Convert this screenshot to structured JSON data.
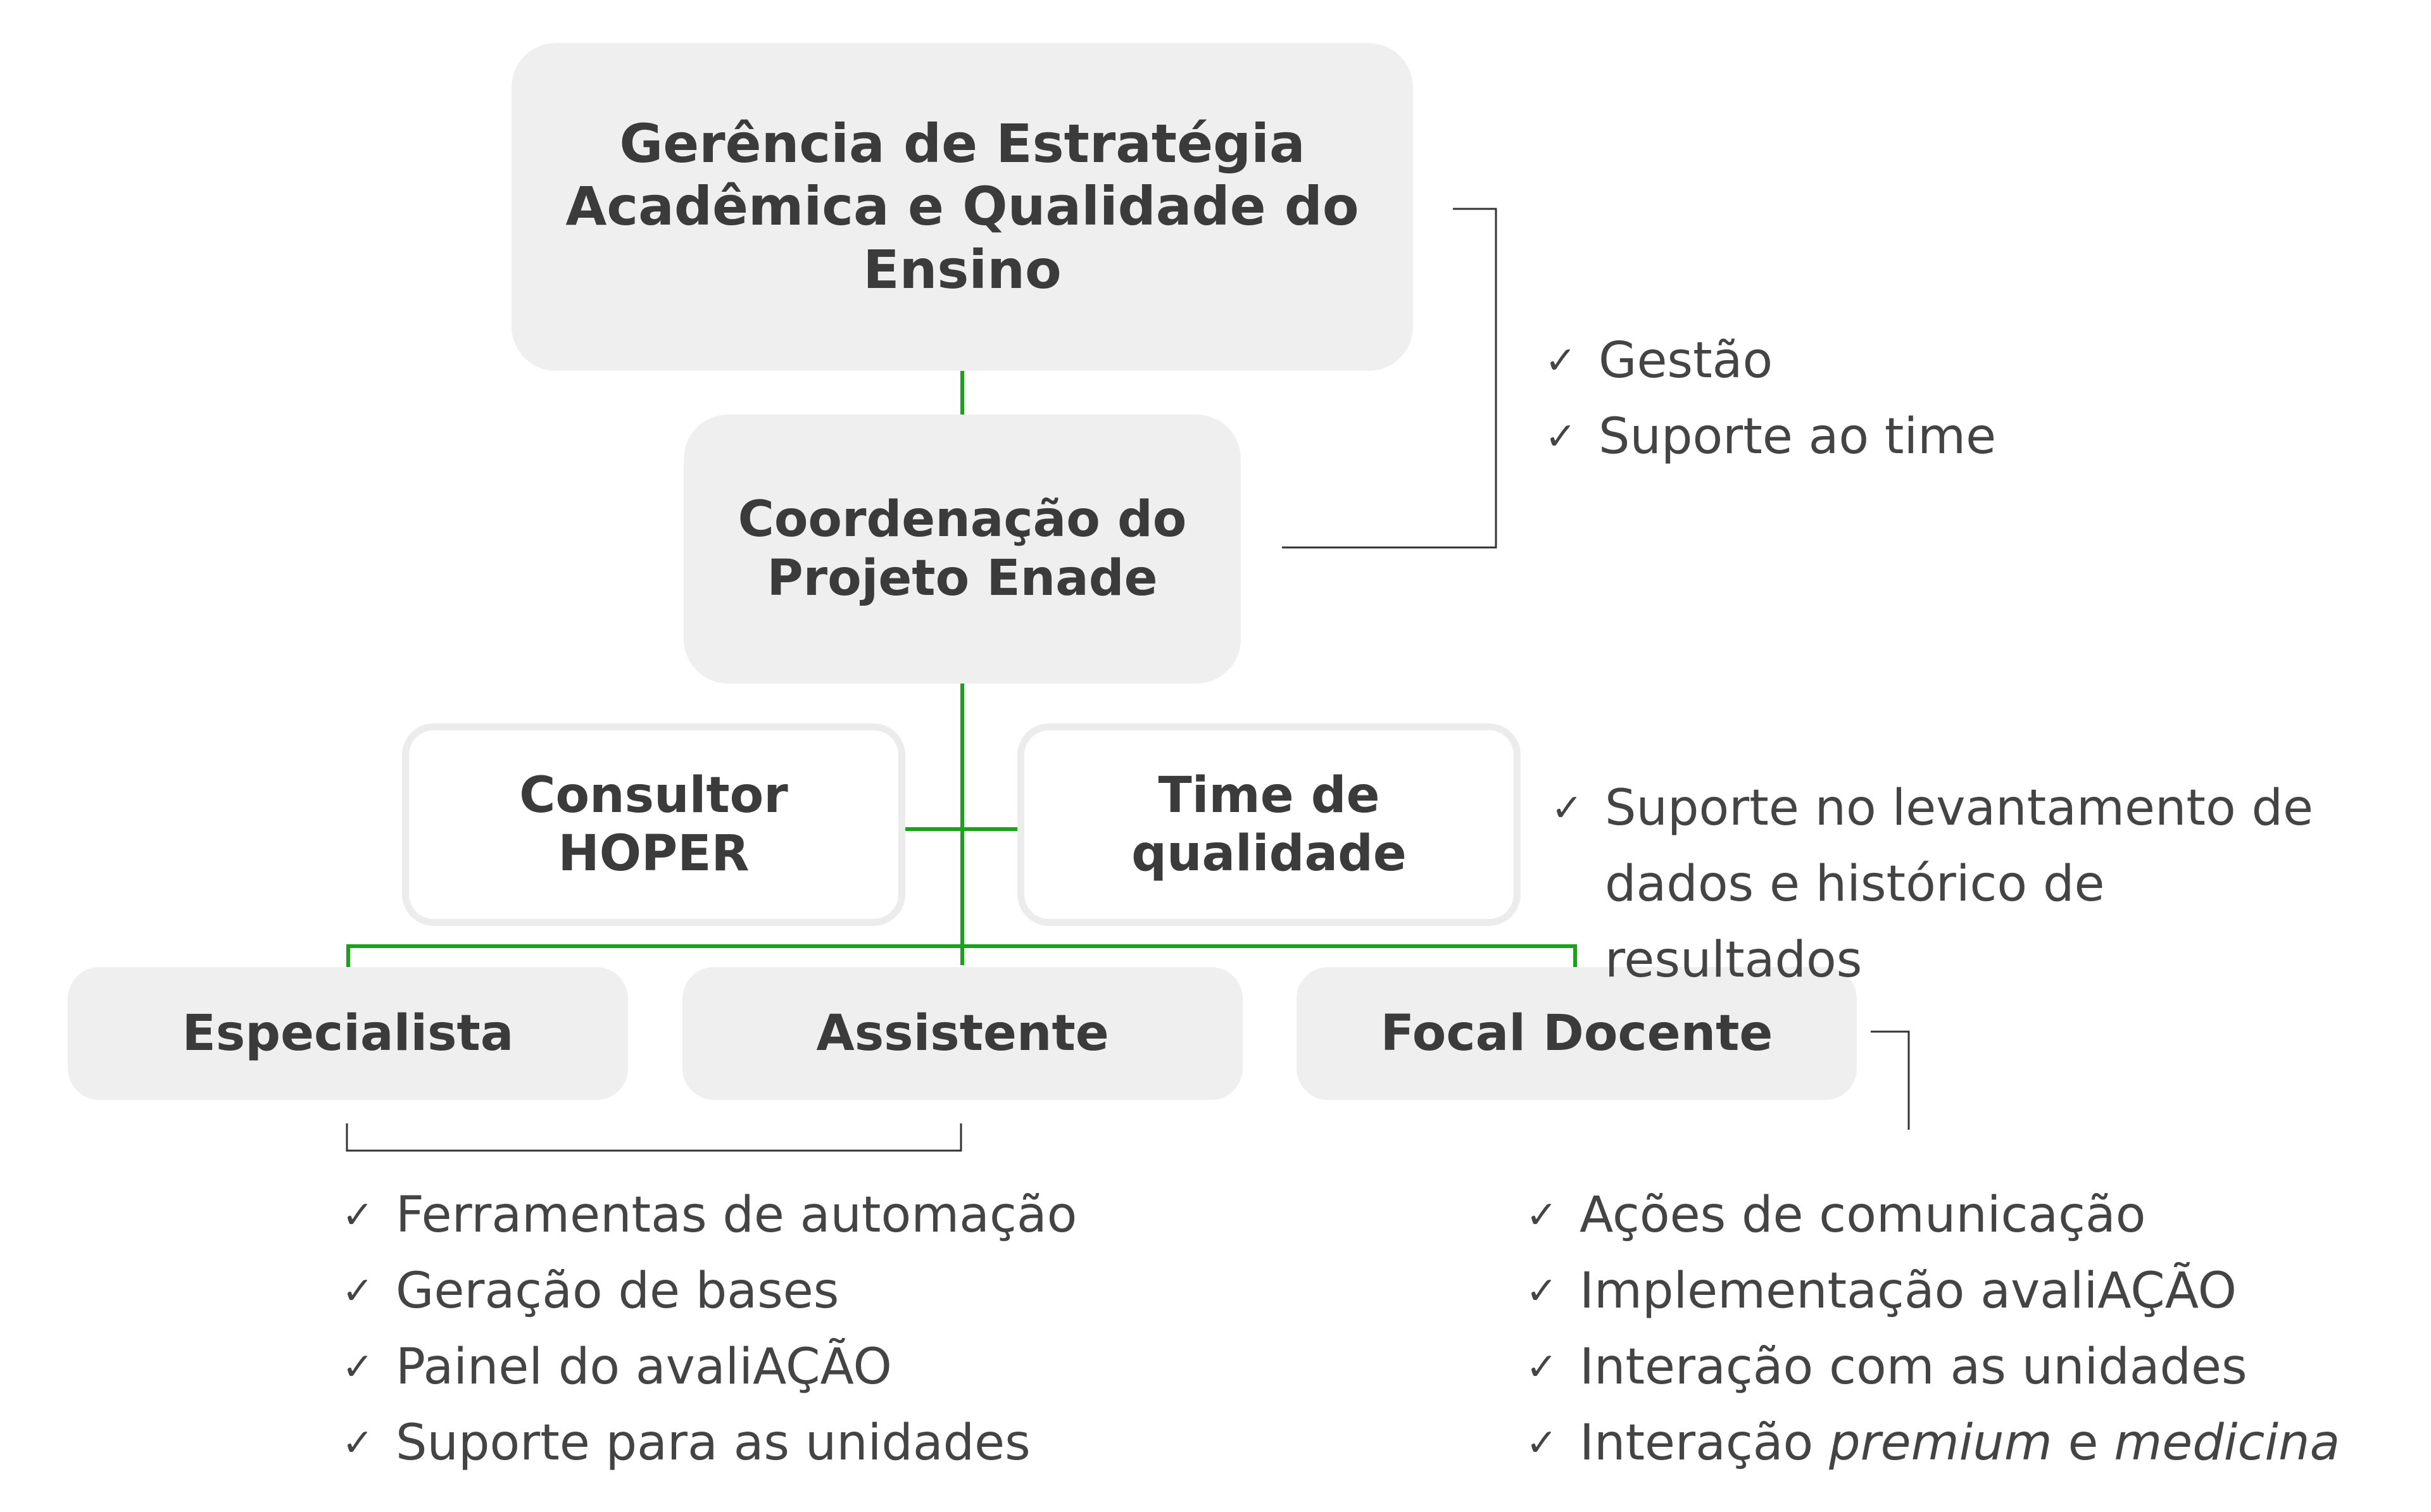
{
  "nodes": {
    "gerencia": "Gerência de Estratégia Acadêmica e Qualidade do Ensino",
    "coordenacao": "Coordenação do Projeto Enade",
    "consultor": "Consultor HOPER",
    "time_qualidade": "Time de qualidade",
    "especialista": "Especialista",
    "assistente": "Assistente",
    "focal_docente": "Focal Docente"
  },
  "lists": {
    "gestao": [
      "Gestão",
      "Suporte ao time"
    ],
    "time_qualidade": [
      "Suporte no levantamento de dados e histórico de resultados"
    ],
    "especialista_assistente": [
      "Ferramentas de automação",
      "Geração de bases",
      "Painel do avaliAÇÃO",
      "Suporte para as unidades"
    ],
    "focal_docente": {
      "items": [
        "Ações de comunicação",
        "Implementação avaliAÇÃO",
        "Interação com as unidades"
      ],
      "last_item": {
        "prefix": "Interação ",
        "italic_1": "premium",
        "middle": " e ",
        "italic_2": "medicina"
      }
    }
  },
  "icons": {
    "check": "checkmark-icon"
  },
  "colors": {
    "connector": "#1aa31a",
    "bracket": "#333333",
    "box_fill": "#efefef",
    "box_border": "#ececec",
    "text": "#3b3b3b"
  }
}
